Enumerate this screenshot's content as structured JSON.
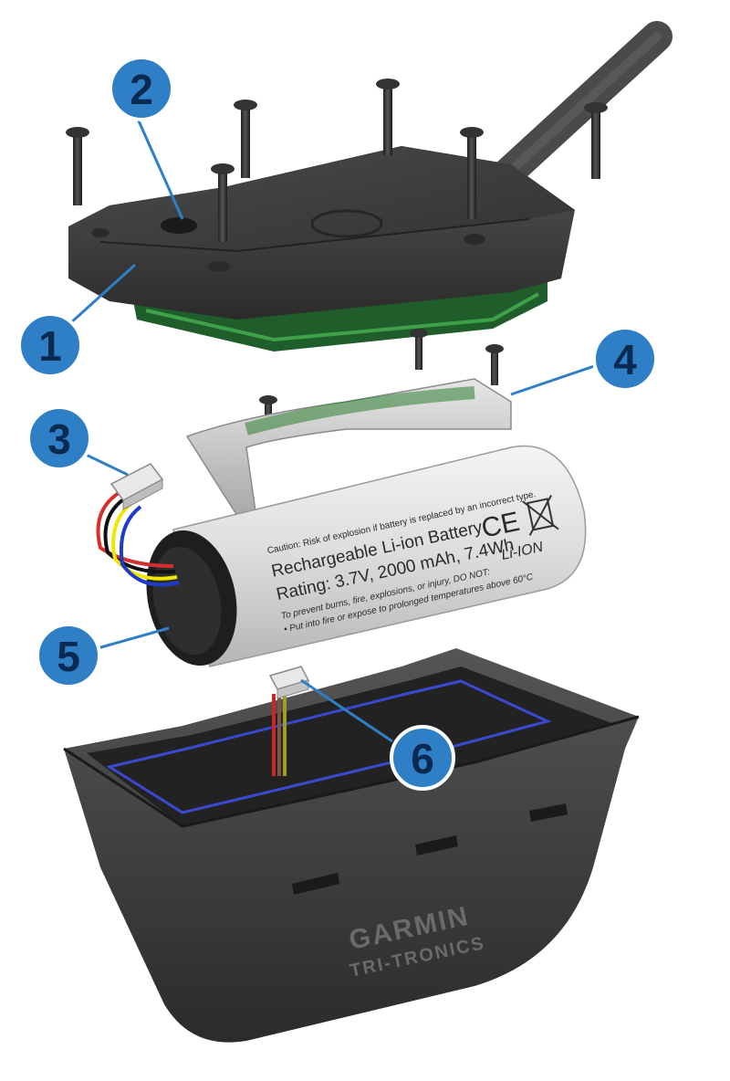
{
  "callouts": [
    "1",
    "2",
    "3",
    "4",
    "5",
    "6"
  ],
  "battery": {
    "line1": "Caution: Risk of explosion if battery is replaced by an incorrect type.",
    "line2": "Rechargeable Li-ion Battery",
    "line3": "Rating: 3.7V, 2000 mAh, 7.4Wh",
    "line4": "To prevent burns, fire, explosions, or injury, DO NOT:",
    "line5": "• Put into fire or expose to prolonged temperatures above 60°C",
    "ce_mark": "CE",
    "chem": "Li-ION"
  },
  "housing": {
    "brand": "GARMIN",
    "model": "TRI-TRONICS"
  },
  "colors": {
    "callout_fill": "#2f7fc6",
    "callout_stroke": "#ffffff",
    "leader": "#2f7fc6",
    "dark_plastic": "#3a3a3a",
    "pcb_green": "#2e7d32"
  }
}
